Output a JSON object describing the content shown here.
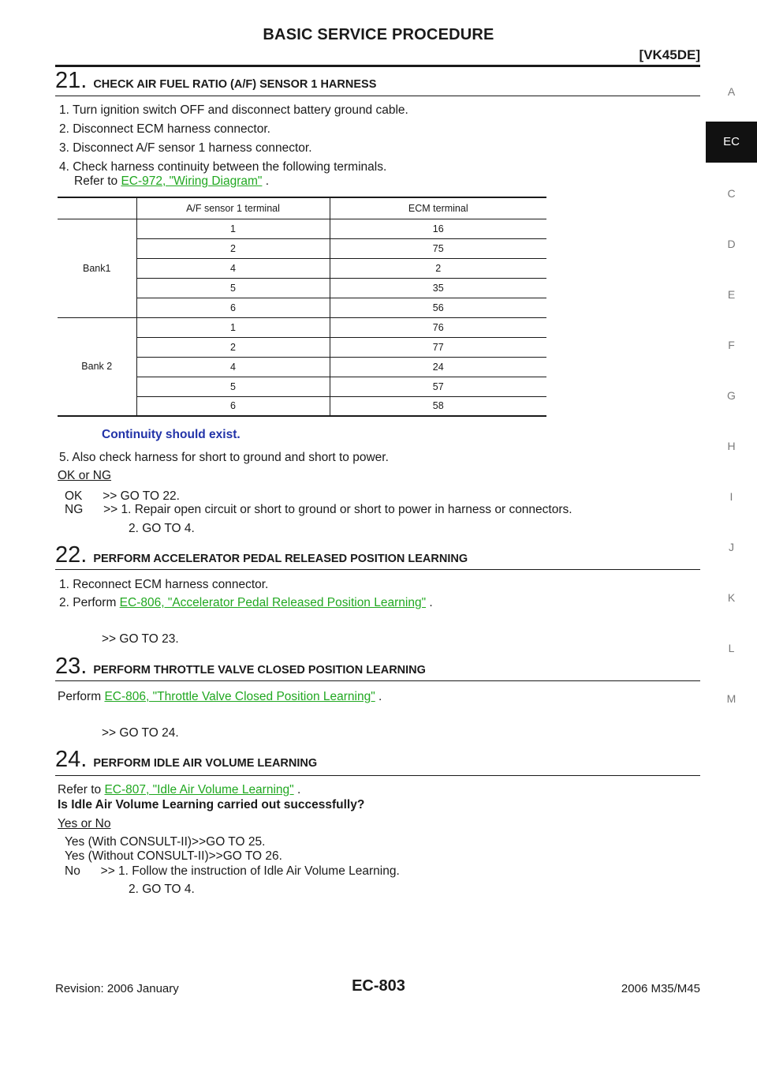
{
  "header": {
    "title": "BASIC SERVICE PROCEDURE",
    "code": "[VK45DE]"
  },
  "side_index": [
    "A",
    "EC",
    "C",
    "D",
    "E",
    "F",
    "G",
    "H",
    "I",
    "J",
    "K",
    "L",
    "M"
  ],
  "step21": {
    "num": "21.",
    "title": "CHECK AIR FUEL RATIO (A/F) SENSOR 1 HARNESS",
    "items": [
      "1. Turn ignition switch OFF and disconnect battery ground cable.",
      "2. Disconnect ECM harness connector.",
      "3. Disconnect A/F sensor 1 harness connector.",
      "4. Check harness continuity between the following terminals."
    ],
    "refer_prefix": "Refer to",
    "refer_link": "EC-972, \"Wiring Diagram\"",
    "refer_suffix": ".",
    "table": {
      "headers": [
        "",
        "A/F sensor 1 terminal",
        "ECM terminal"
      ],
      "bank1_label": "Bank1",
      "bank2_label": "Bank 2",
      "bank1": [
        [
          "1",
          "16"
        ],
        [
          "2",
          "75"
        ],
        [
          "4",
          "2"
        ],
        [
          "5",
          "35"
        ],
        [
          "6",
          "56"
        ]
      ],
      "bank2": [
        [
          "1",
          "76"
        ],
        [
          "2",
          "77"
        ],
        [
          "4",
          "24"
        ],
        [
          "5",
          "57"
        ],
        [
          "6",
          "58"
        ]
      ]
    },
    "continuity": "Continuity should exist.",
    "item5": "5. Also check harness for short to ground and short to power.",
    "judge": "OK or NG",
    "ok": "OK      >> GO TO 22.",
    "ng": "NG      >> 1. Repair open circuit or short to ground or short to power in harness or connectors.",
    "ng2": "2. GO TO 4."
  },
  "step22": {
    "num": "22.",
    "title": "PERFORM ACCELERATOR PEDAL RELEASED POSITION LEARNING",
    "item1": "1. Reconnect ECM harness connector.",
    "item2_prefix": "2. Perform",
    "item2_link": "EC-806, \"Accelerator Pedal Released Position Learning\"",
    "item2_suffix": ".",
    "goto": ">> GO TO 23."
  },
  "step23": {
    "num": "23.",
    "title": "PERFORM THROTTLE VALVE CLOSED POSITION LEARNING",
    "perform_prefix": "Perform",
    "perform_link": "EC-806, \"Throttle Valve Closed Position Learning\"",
    "perform_suffix": ".",
    "goto": ">> GO TO 24."
  },
  "step24": {
    "num": "24.",
    "title": "PERFORM IDLE AIR VOLUME LEARNING",
    "refer_prefix": "Refer to",
    "refer_link": "EC-807, \"Idle Air Volume Learning\"",
    "refer_suffix": ".",
    "question": "Is Idle Air Volume Learning carried out successfully?",
    "judge": "Yes or No",
    "yes1": "Yes (With CONSULT-II)>>GO TO 25.",
    "yes2": "Yes (Without CONSULT-II)>>GO TO 26.",
    "no": "No      >> 1. Follow the instruction of Idle Air Volume Learning.",
    "no2": "2. GO TO 4."
  },
  "footer": {
    "revision": "Revision: 2006 January",
    "page": "EC-803",
    "model": "2006 M35/M45"
  }
}
